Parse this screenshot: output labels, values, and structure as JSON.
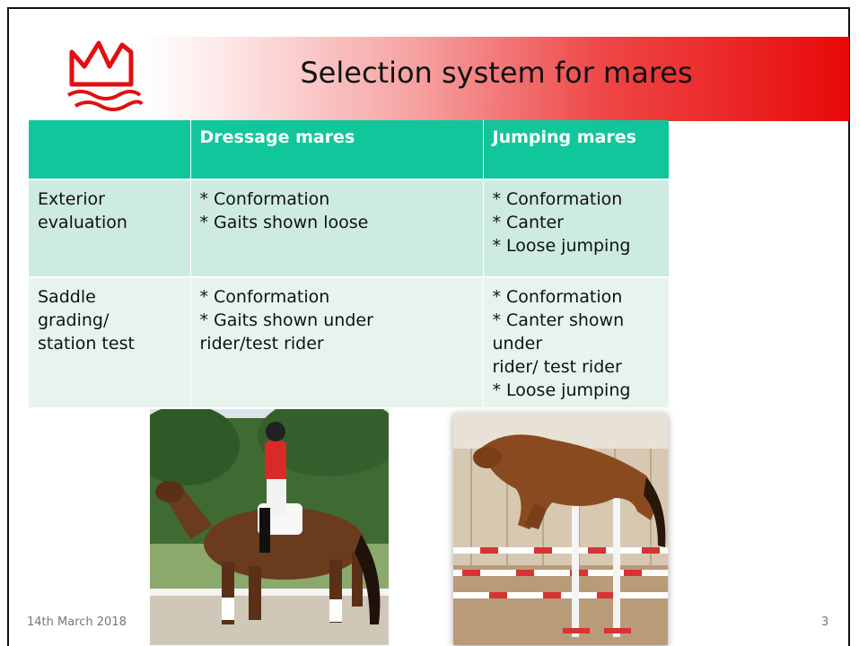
{
  "slide": {
    "title": "Selection system for mares",
    "footer_date": "14th March 2018",
    "page_number": "3"
  },
  "table": {
    "headers": [
      "",
      "Dressage mares",
      "Jumping mares"
    ],
    "rows": [
      {
        "label": [
          "Exterior",
          "evaluation"
        ],
        "dressage": [
          "* Conformation",
          "* Gaits shown loose"
        ],
        "jumping": [
          "* Conformation",
          "* Canter",
          "* Loose jumping"
        ]
      },
      {
        "label": [
          "Saddle",
          "grading/",
          "station test"
        ],
        "dressage": [
          "* Conformation",
          "* Gaits shown under",
          "rider/test rider"
        ],
        "jumping": [
          "* Conformation",
          "* Canter shown under",
          "rider/ test rider",
          "* Loose jumping"
        ]
      }
    ]
  },
  "colors": {
    "header_teal": "#12c69b",
    "row1_bg": "#cdebe1",
    "row2_bg": "#e7f4ee",
    "title_red": "#e80909",
    "logo_red": "#e01010"
  },
  "images": [
    "dressage-mare-photo",
    "jumping-mare-photo"
  ]
}
